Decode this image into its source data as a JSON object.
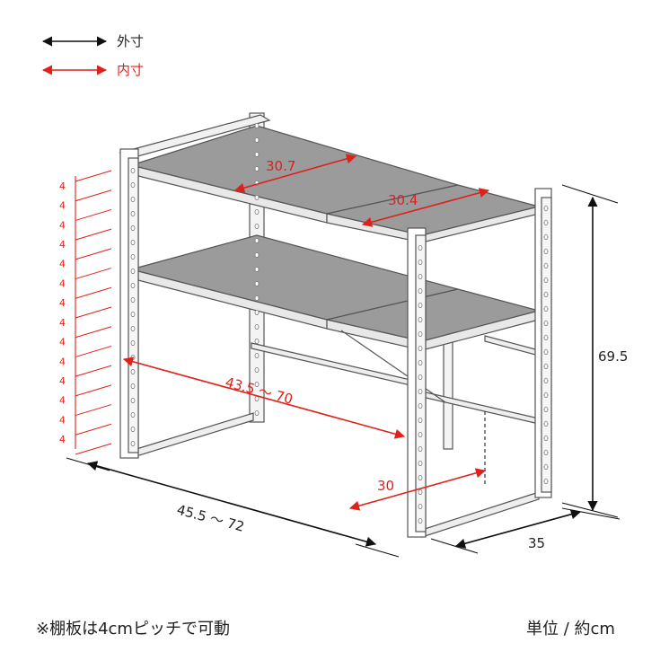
{
  "legend": {
    "outer_label": "外寸",
    "inner_label": "内寸",
    "outer_color": "#111111",
    "inner_color": "#e0201a"
  },
  "dimensions": {
    "shelf_depth_left": "30.7",
    "shelf_depth_right": "30.4",
    "inner_width": "43.5 ～ 70",
    "inner_depth": "30",
    "outer_width": "45.5 ～ 72",
    "outer_depth": "35",
    "outer_height": "69.5",
    "pitch_value": "4",
    "pitch_count": 14
  },
  "notes": {
    "pitch_note": "※棚板は4cmピッチで可動",
    "unit_note": "単位 / 約cm"
  }
}
